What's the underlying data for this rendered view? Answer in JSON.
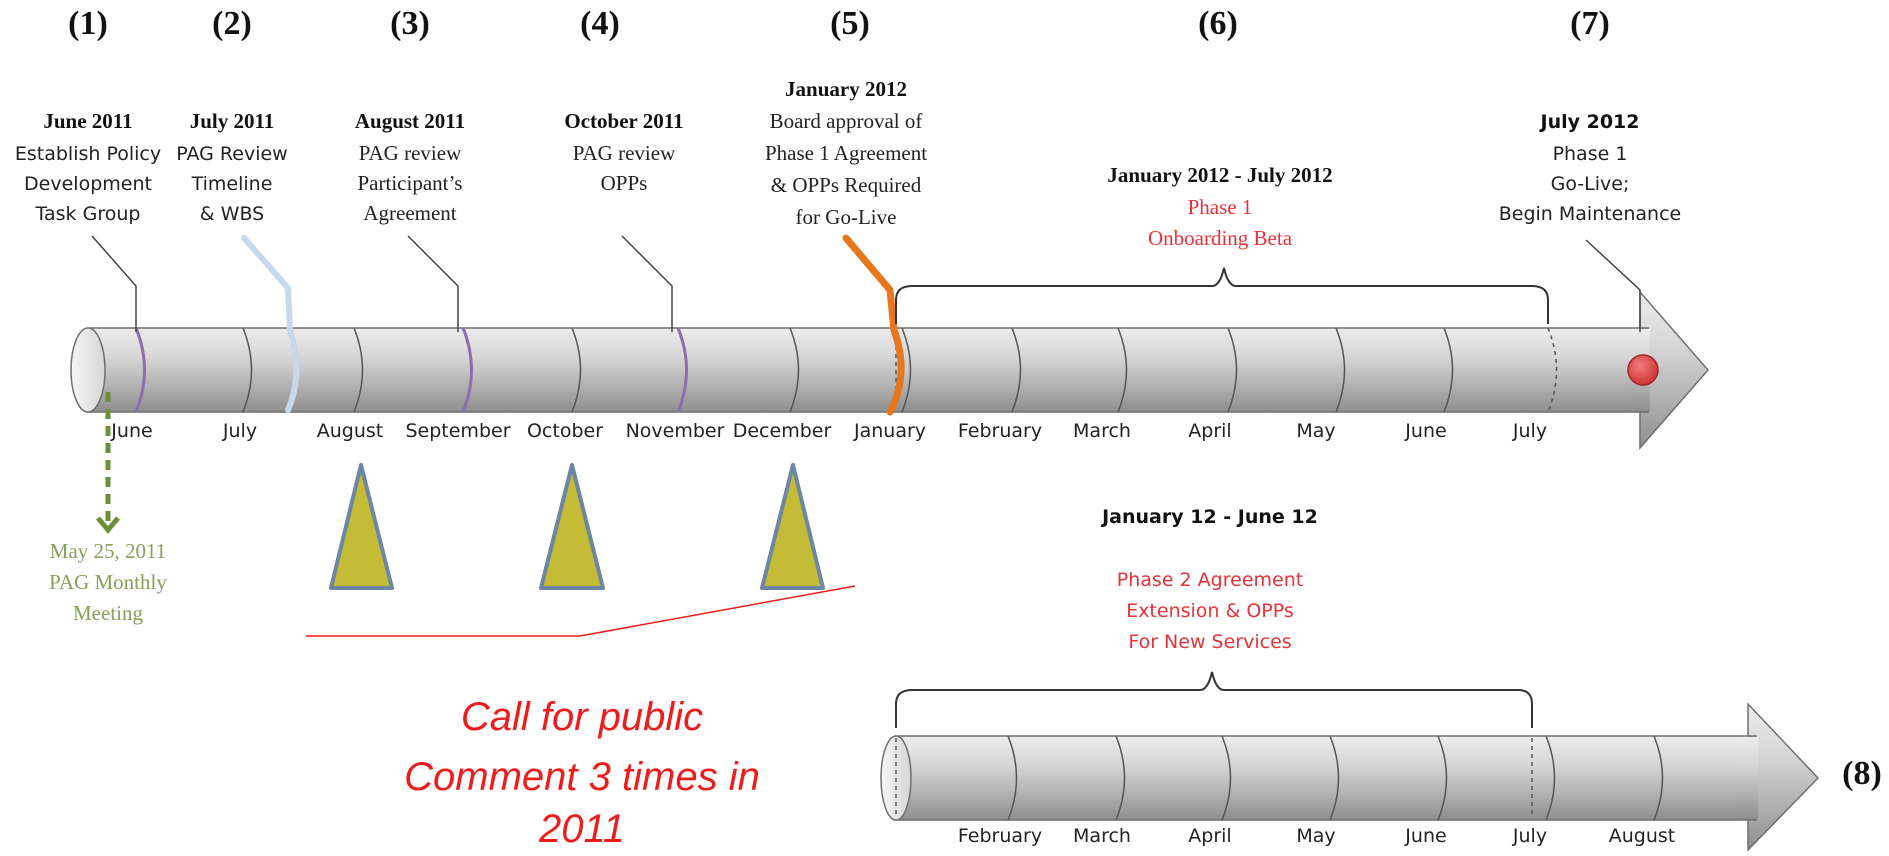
{
  "step_numbers": [
    "(1)",
    "(2)",
    "(3)",
    "(4)",
    "(5)",
    "(6)",
    "(7)",
    "(8)"
  ],
  "milestones": {
    "m1": {
      "date": "June 2011",
      "lines": [
        "Establish Policy",
        "Development",
        "Task Group"
      ]
    },
    "m2": {
      "date": "July 2011",
      "lines": [
        "PAG Review",
        "Timeline",
        "& WBS"
      ]
    },
    "m3": {
      "date": "August 2011",
      "lines": [
        "PAG review",
        "Participant’s",
        "Agreement"
      ]
    },
    "m4": {
      "date": "October 2011",
      "lines": [
        "PAG review",
        "OPPs"
      ]
    },
    "m5": {
      "date": "January 2012",
      "lines": [
        "Board approval of",
        "Phase 1 Agreement",
        "& OPPs Required",
        "for Go-Live"
      ]
    },
    "m6": {
      "date": "January 2012 - July 2012",
      "lines": [
        "Phase 1",
        "Onboarding Beta"
      ]
    },
    "m7": {
      "date": "July 2012",
      "lines": [
        "Phase 1",
        "Go-Live;",
        "Begin Maintenance"
      ]
    }
  },
  "timeline1_months": [
    "June",
    "July",
    "August",
    "September",
    "October",
    "November",
    "December",
    "January",
    "February",
    "March",
    "April",
    "May",
    "June",
    "July"
  ],
  "timeline2_months": [
    "February",
    "March",
    "April",
    "May",
    "June",
    "July",
    "August"
  ],
  "meeting": {
    "lines": [
      "May 25, 2011",
      "PAG Monthly",
      "Meeting"
    ]
  },
  "phase2": {
    "date": "January 12 - June 12",
    "lines": [
      "Phase 2 Agreement",
      "Extension & OPPs",
      "For New Services"
    ]
  },
  "callout": {
    "lines": [
      "Call for public",
      "Comment 3 times in",
      "2011"
    ]
  },
  "colors": {
    "red_text": "#e8323a",
    "callout_red": "#ee1c1c",
    "green_text": "#86a05a",
    "orange_marker": "#e8761c",
    "light_blue_marker": "#c6d9ec",
    "triangle_fill": "#c4bb36",
    "triangle_stroke": "#6c86a4",
    "golive_dot": "#d94444"
  },
  "icons": {
    "golive": "red-dot-icon",
    "comment": "triangle-marker-icon"
  }
}
